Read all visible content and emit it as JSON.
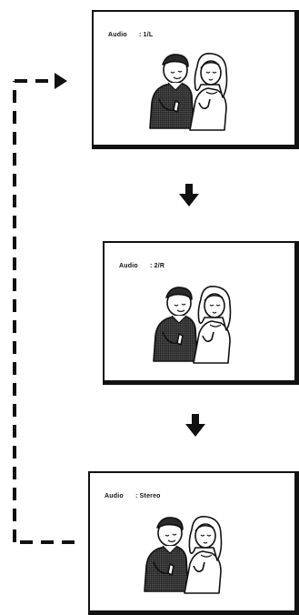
{
  "screens": [
    {
      "audio_label": "Audio",
      "audio_value": ": 1/L"
    },
    {
      "audio_label": "Audio",
      "audio_value": ": 2/R"
    },
    {
      "audio_label": "Audio",
      "audio_value": ": Stereo"
    }
  ],
  "icons": {
    "couple": "couple-illustration",
    "step_arrow": "down-arrow-icon",
    "return_loop": "return-loop-dashed-arrow"
  }
}
